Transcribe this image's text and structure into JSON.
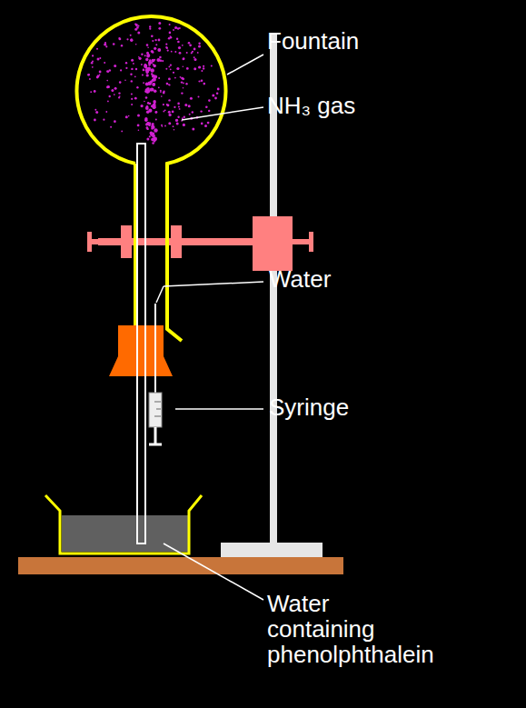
{
  "diagram": {
    "labels": [
      "Fountain",
      "NH₃ gas",
      "Water",
      "Syringe",
      "Water containing phenolphthalein"
    ]
  }
}
